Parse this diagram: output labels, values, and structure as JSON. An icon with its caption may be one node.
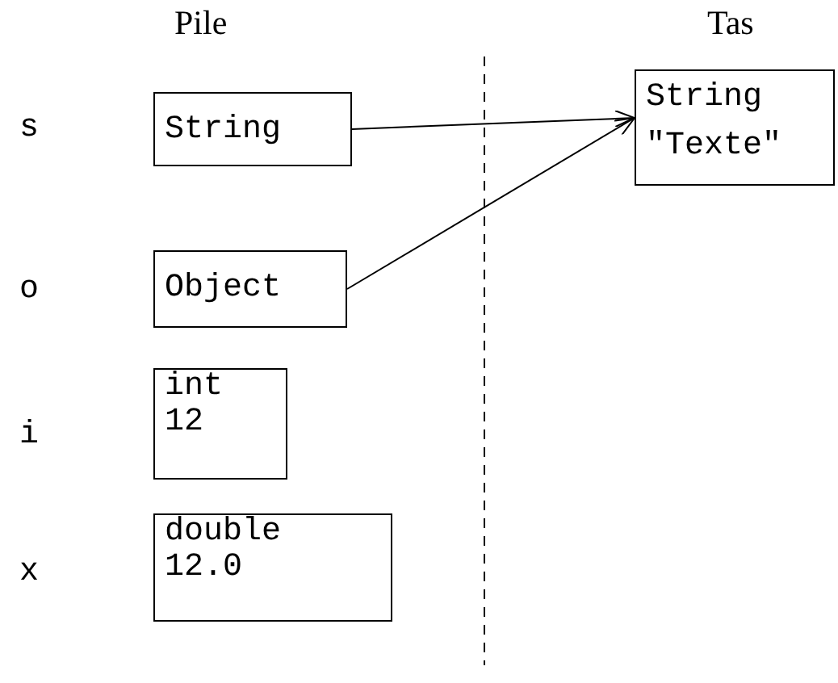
{
  "diagram": {
    "nodes": [
      {
        "text": [
          "String"
        ]
      },
      {
        "text": [
          "Object"
        ]
      },
      {
        "text": [
          "int",
          "12"
        ]
      },
      {
        "text": [
          "double",
          "12.0"
        ]
      },
      {
        "text": [
          "String",
          "\"Texte\""
        ]
      }
    ],
    "edges": [
      {
        "from": 0,
        "to": 4,
        "arrow": "to"
      },
      {
        "from": 1,
        "to": 4,
        "arrow": "to"
      }
    ],
    "labels": [
      "Pile",
      "Tas",
      "s",
      "o",
      "i",
      "x"
    ]
  }
}
